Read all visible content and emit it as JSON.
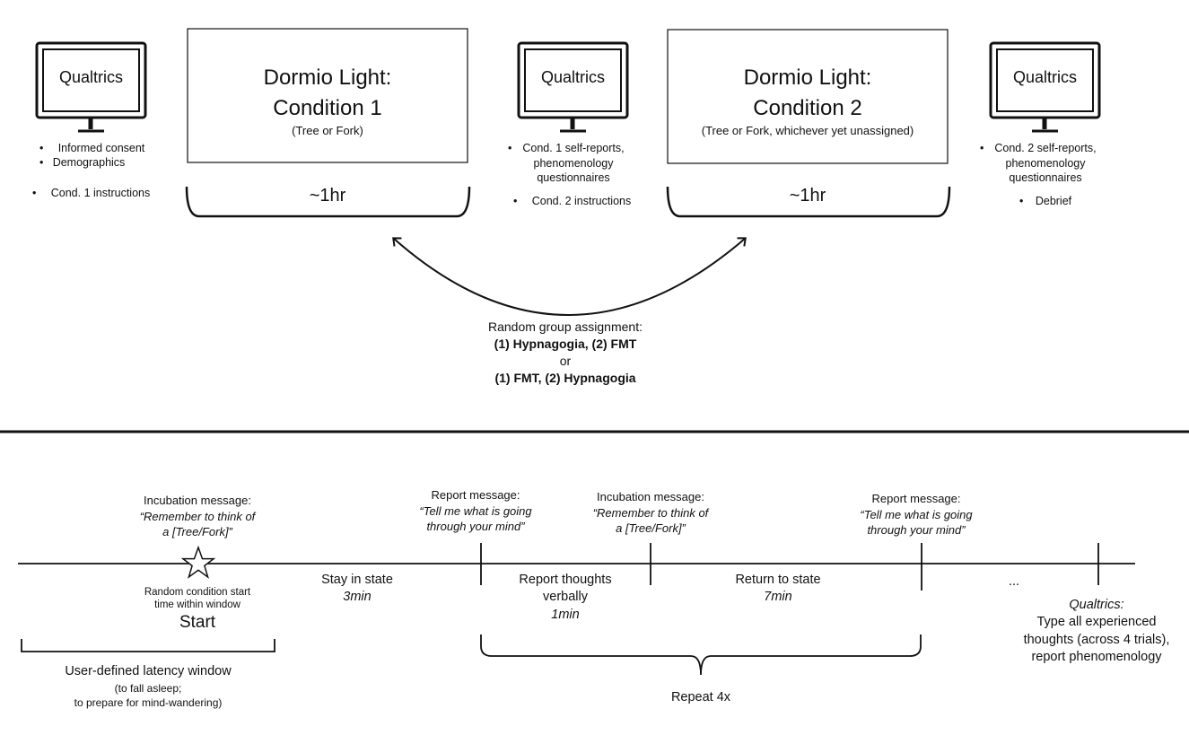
{
  "top": {
    "monitors": [
      {
        "label": "Qualtrics",
        "bullets": [
          "Informed consent",
          "Demographics",
          "Cond. 1 instructions"
        ]
      },
      {
        "label": "Qualtrics",
        "bullets": [
          "Cond. 1 self-reports, phenomenology questionnaires",
          "Cond. 2 instructions"
        ]
      },
      {
        "label": "Qualtrics",
        "bullets": [
          "Cond. 2 self-reports, phenomenology questionnaires",
          "Debrief"
        ]
      }
    ],
    "conditions": [
      {
        "title_line1": "Dormio Light:",
        "title_line2": "Condition 1",
        "subtitle": "(Tree or Fork)",
        "duration": "~1hr"
      },
      {
        "title_line1": "Dormio Light:",
        "title_line2": "Condition 2",
        "subtitle": "(Tree or Fork, whichever yet unassigned)",
        "duration": "~1hr"
      }
    ],
    "assignment": {
      "label": "Random group assignment:",
      "option1": "(1) Hypnagogia, (2) FMT",
      "or": "or",
      "option2": "(1) FMT, (2) Hypnagogia"
    }
  },
  "timeline": {
    "messages": [
      {
        "title": "Incubation message:",
        "line1": "“Remember to think of",
        "line2": "a [Tree/Fork]”"
      },
      {
        "title": "Report message:",
        "line1": "“Tell me what is going",
        "line2": "through your mind”"
      },
      {
        "title": "Incubation message:",
        "line1": "“Remember to think of",
        "line2": "a [Tree/Fork]”"
      },
      {
        "title": "Report message:",
        "line1": "“Tell me what is going",
        "line2": "through your mind”"
      }
    ],
    "start_note_line1": "Random condition start",
    "start_note_line2": "time within window",
    "start_label": "Start",
    "segments": [
      {
        "line1": "Stay in state",
        "line2": "3min"
      },
      {
        "line1": "Report thoughts",
        "line2": "verbally",
        "line3": "1min"
      },
      {
        "line1": "Return to state",
        "line2": "7min"
      }
    ],
    "ellipsis": "...",
    "final": {
      "title": "Qualtrics:",
      "line1": "Type all experienced",
      "line2": "thoughts (across 4 trials),",
      "line3": "report phenomenology"
    },
    "latency": {
      "title": "User-defined latency window",
      "line1": "(to fall asleep;",
      "line2": "to prepare for mind-wandering)"
    },
    "repeat": "Repeat 4x"
  }
}
